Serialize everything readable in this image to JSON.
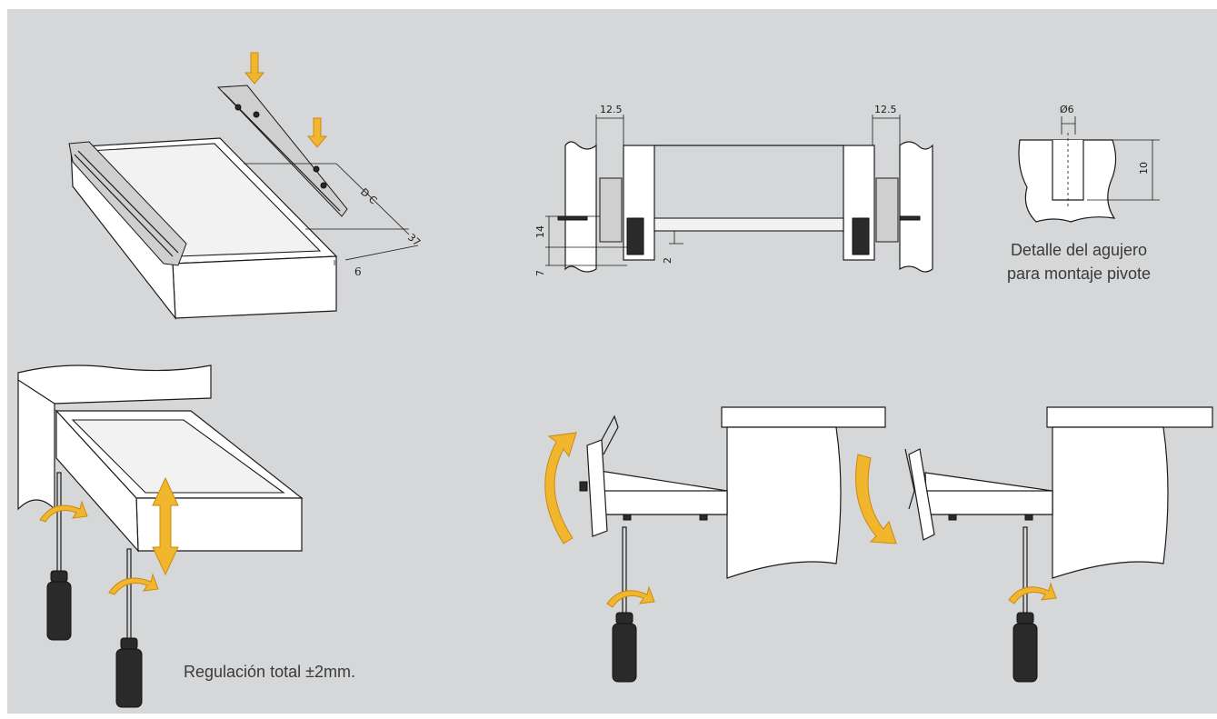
{
  "drawer_install": {
    "label_dc": "D C",
    "label_37": "37",
    "label_6": "6"
  },
  "section_view": {
    "dim_left_125": "12.5",
    "dim_right_125": "12.5",
    "dim_14": "14",
    "dim_7": "7",
    "dim_2": "2"
  },
  "hole_detail": {
    "dim_diameter": "Ø6",
    "dim_depth": "10",
    "caption_line1": "Detalle del agujero",
    "caption_line2": "para montaje pivote"
  },
  "adjustment": {
    "caption": "Regulación total ±2mm."
  },
  "colors": {
    "background": "#d6d7d8",
    "arrow_yellow": "#f2b52e",
    "line": "#1b1b1b"
  }
}
